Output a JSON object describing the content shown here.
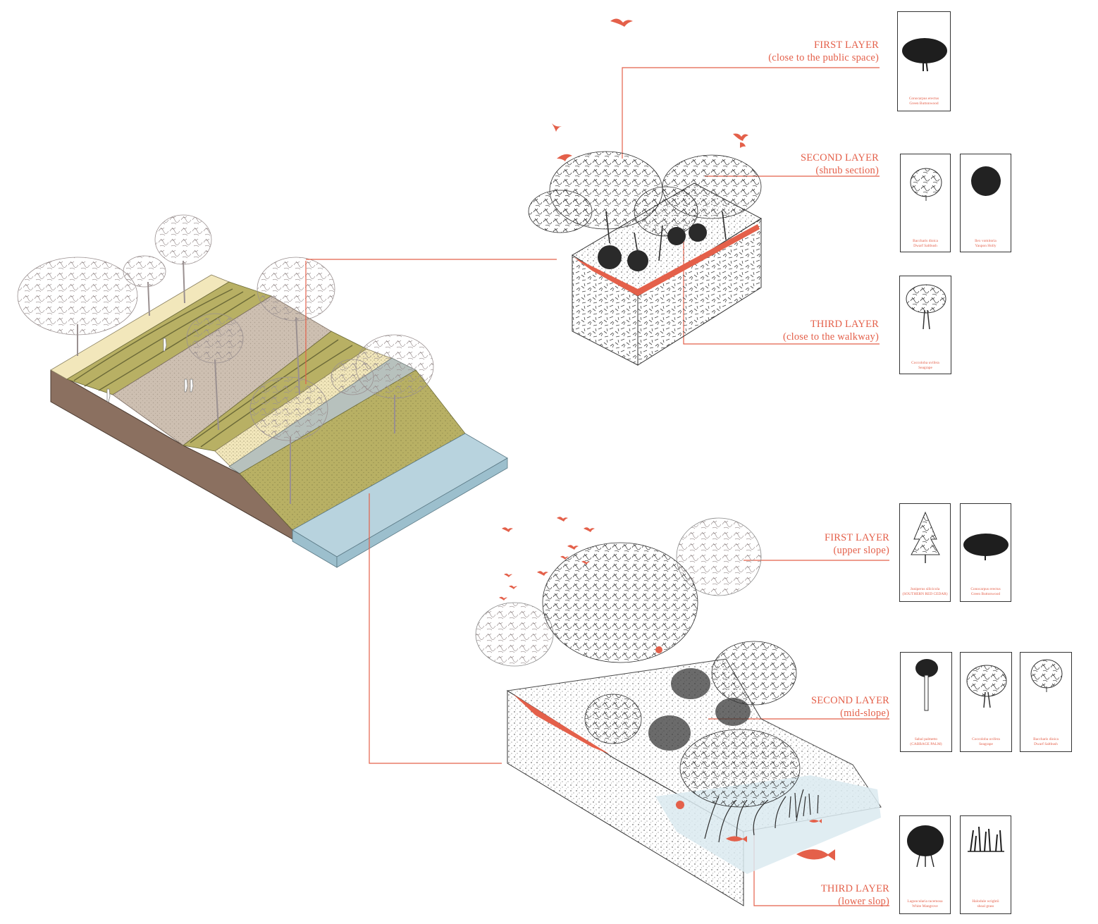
{
  "colors": {
    "accent": "#e4604a",
    "soil": "#8b7060",
    "sand": "#f2e7bb",
    "lawn": "#b8b064",
    "path": "#cdbfb1",
    "water": "#b8d3de",
    "ink": "#333333"
  },
  "upper_section": {
    "first_layer": {
      "title": "FIRST LAYER",
      "subtitle": "(close to the public space)"
    },
    "second_layer": {
      "title": "SECOND LAYER",
      "subtitle": "(shrub section)"
    },
    "third_layer": {
      "title": "THIRD LAYER",
      "subtitle": "(close to the walkway)"
    },
    "cards": [
      {
        "icon": "tree-canopy-icon",
        "name": "Conocarpus erectus",
        "common": "Green Buttonwood"
      },
      {
        "icon": "shrub-icon",
        "name": "Baccharis dioica",
        "common": "Dwarf Saltbush"
      },
      {
        "icon": "round-shrub-icon",
        "name": "Ilex vomitoria",
        "common": "Yaupon Holly"
      },
      {
        "icon": "tree-icon",
        "name": "Coccoloba uvifera",
        "common": "Seagrape"
      }
    ]
  },
  "lower_section": {
    "first_layer": {
      "title": "FIRST LAYER",
      "subtitle": "(upper slope)"
    },
    "second_layer": {
      "title": "SECOND LAYER",
      "subtitle": "(mid-slope)"
    },
    "third_layer": {
      "title": "THIRD LAYER",
      "subtitle": "(lower slop)"
    },
    "cards": [
      {
        "icon": "conifer-icon",
        "name": "Juniperus silicicola",
        "common": "(SOUTHERN RED CEDAR)"
      },
      {
        "icon": "tree-canopy-icon",
        "name": "Conocarpus erectus",
        "common": "Green Buttonwood"
      },
      {
        "icon": "palm-icon",
        "name": "Sabal palmetto",
        "common": "(CABBAGE PALM)"
      },
      {
        "icon": "tree-icon",
        "name": "Coccoloba uvifera",
        "common": "Seagrape"
      },
      {
        "icon": "shrub-icon",
        "name": "Baccharis dioica",
        "common": "Dwarf Saltbush"
      },
      {
        "icon": "mangrove-icon",
        "name": "Laguncularia racemosa",
        "common": "White Mangrove"
      },
      {
        "icon": "grass-icon",
        "name": "Halodule wrightii",
        "common": "shoal grass"
      }
    ]
  }
}
